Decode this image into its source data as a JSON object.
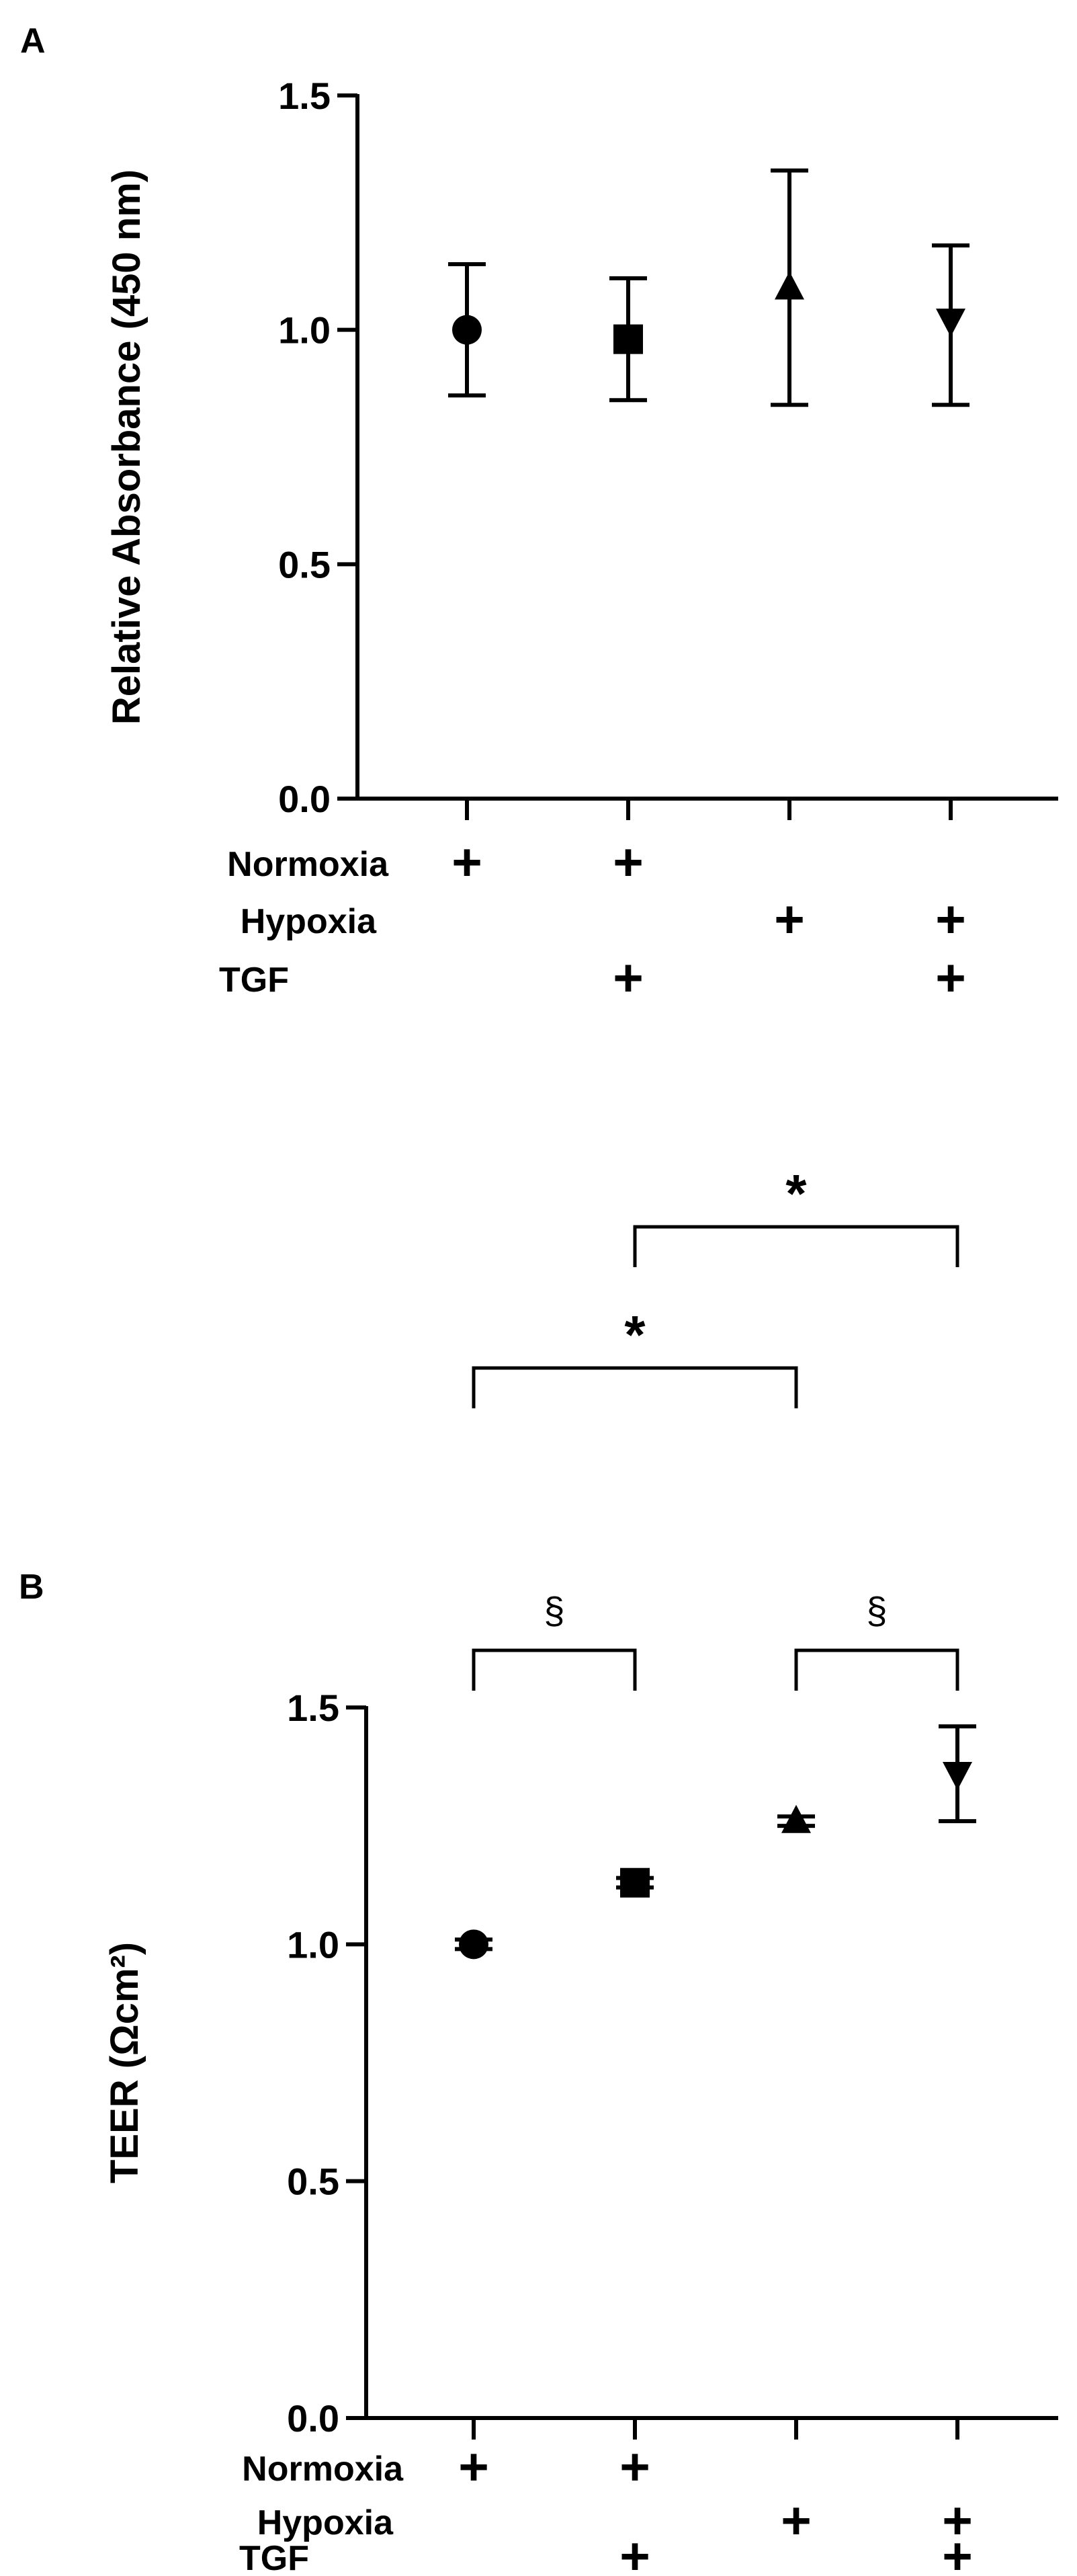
{
  "colors": {
    "ink": "#000000",
    "background": "#ffffff"
  },
  "chart_data": [
    {
      "panel": "A",
      "type": "scatter",
      "title": "",
      "ylabel": "Relative Absorbance (450 nm)",
      "ylim": [
        0,
        1.5
      ],
      "yticks": [
        "0.0",
        "0.5",
        "1.0",
        "1.5"
      ],
      "groups": [
        {
          "marker": "circle",
          "mean": 1.0,
          "error_low": 0.86,
          "error_high": 1.14,
          "normoxia": "+",
          "hypoxia": "",
          "tgf": ""
        },
        {
          "marker": "square",
          "mean": 0.98,
          "error_low": 0.85,
          "error_high": 1.11,
          "normoxia": "+",
          "hypoxia": "",
          "tgf": "+"
        },
        {
          "marker": "triangle-up",
          "mean": 1.09,
          "error_low": 0.84,
          "error_high": 1.34,
          "normoxia": "",
          "hypoxia": "+",
          "tgf": ""
        },
        {
          "marker": "triangle-down",
          "mean": 1.02,
          "error_low": 0.84,
          "error_high": 1.18,
          "normoxia": "",
          "hypoxia": "+",
          "tgf": "+"
        }
      ],
      "condition_labels": [
        "Normoxia",
        "Hypoxia",
        "TGF"
      ],
      "significance": []
    },
    {
      "panel": "B",
      "type": "scatter",
      "title": "",
      "ylabel": "TEER (Ωcm²)",
      "ylim": [
        0,
        1.5
      ],
      "yticks": [
        "0.0",
        "0.5",
        "1.0",
        "1.5"
      ],
      "groups": [
        {
          "marker": "circle",
          "mean": 1.0,
          "error_low": 0.99,
          "error_high": 1.01,
          "normoxia": "+",
          "hypoxia": "",
          "tgf": ""
        },
        {
          "marker": "square",
          "mean": 1.13,
          "error_low": 1.12,
          "error_high": 1.14,
          "normoxia": "+",
          "hypoxia": "",
          "tgf": "+"
        },
        {
          "marker": "triangle-up",
          "mean": 1.26,
          "error_low": 1.25,
          "error_high": 1.27,
          "normoxia": "",
          "hypoxia": "+",
          "tgf": ""
        },
        {
          "marker": "triangle-down",
          "mean": 1.36,
          "error_low": 1.26,
          "error_high": 1.46,
          "normoxia": "",
          "hypoxia": "+",
          "tgf": "+"
        }
      ],
      "condition_labels": [
        "Normoxia",
        "Hypoxia",
        "TGF"
      ],
      "significance": [
        {
          "from": 1,
          "to": 3,
          "symbol": "*",
          "level": 4
        },
        {
          "from": 0,
          "to": 2,
          "symbol": "*",
          "level": 3
        },
        {
          "from": 0,
          "to": 1,
          "symbol": "§",
          "level": 1
        },
        {
          "from": 2,
          "to": 3,
          "symbol": "§",
          "level": 1
        }
      ]
    }
  ]
}
